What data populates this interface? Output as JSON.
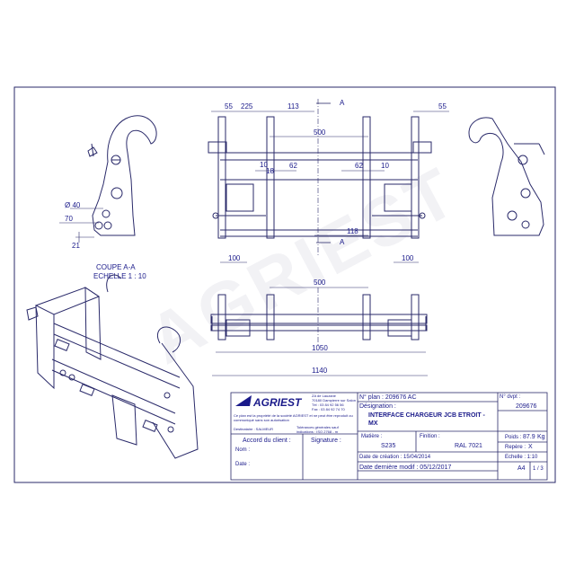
{
  "drawing": {
    "section_label": "COUPE A-A",
    "section_scale": "ECHELLE 1 : 10",
    "section_marker": "A",
    "dimensions": {
      "top_55_left": "55",
      "top_225": "225",
      "top_113": "113",
      "top_55_right": "55",
      "span_500_top": "500",
      "d10_left": "10",
      "d18": "18",
      "d62_left": "62",
      "d62_right": "62",
      "d10_right": "10",
      "d118": "118",
      "d100_left": "100",
      "d100_right": "100",
      "span_500_bottom": "500",
      "d1050": "1050",
      "d1140": "1140",
      "phi40": "Ø 40",
      "d70": "70",
      "d21": "21"
    }
  },
  "watermark": "AGRIEST",
  "title_block": {
    "company": {
      "logo_text": "AGRIEST",
      "address_lines": [
        "ZA de Lauzane",
        "70180 Dampierre sur Salon",
        "Tél : 03 84 92 56 56",
        "Fax : 03 84 92 74 70"
      ],
      "notice": "Ce plan est la propriété de la société AGRIEST et ne peut être reproduit ou communiqué sans son autorisation",
      "recipient": "Destinataire : SALMEUR",
      "tolerances": "Tolérances générales sauf indications : ISO 2768 - m"
    },
    "client_accord_label": "Accord du client :",
    "name_label": "Nom :",
    "date_label": "Date :",
    "signature_label": "Signature :",
    "plan_no_label": "N° plan : 209676 AC",
    "designation_label": "Désignation :",
    "designation_value": "INTERFACE CHARGEUR JCB ETROIT - MX",
    "matiere_label": "Matière :",
    "matiere_value": "S235",
    "finition_label": "Finition :",
    "finition_value": "RAL 7021",
    "date_creation": "Date de création : 15/04/2014",
    "date_modif": "Date dernière modif : 05/12/2017",
    "article_label": "N° dvpt :",
    "article_value": "209676",
    "poids_label": "Poids :",
    "poids_value": "87.9",
    "poids_unit": "Kg",
    "repere_label": "Repère :",
    "repere_value": "X",
    "echelle_value": "Echelle : 1:10",
    "format_value": "A4",
    "page_value": "1 / 3"
  },
  "colors": {
    "ink": "#1a1a8a",
    "line": "#2a2a6a",
    "paper": "#ffffff"
  }
}
